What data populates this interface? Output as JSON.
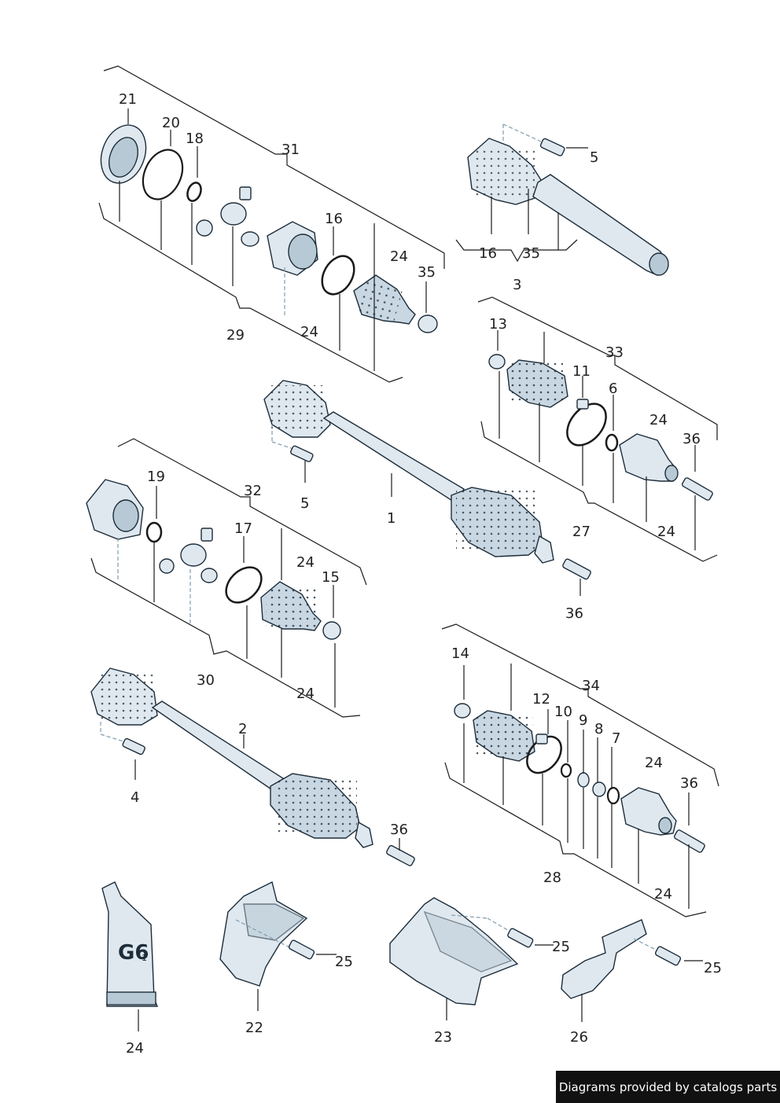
{
  "footer": {
    "text": "Diagrams provided by catalogs parts"
  },
  "tube_label": "G6",
  "tube_sub": "1",
  "callouts": {
    "c21": "21",
    "c20": "20",
    "c18": "18",
    "c31": "31",
    "c16a": "16",
    "c24a": "24",
    "c35a": "35",
    "c29": "29",
    "c24b": "24",
    "c5a": "5",
    "c16b": "16",
    "c35b": "35",
    "c3": "3",
    "c13": "13",
    "c33": "33",
    "c11": "11",
    "c6": "6",
    "c24c": "24",
    "c36a": "36",
    "c27": "27",
    "c24d": "24",
    "c5b": "5",
    "c1": "1",
    "c36b": "36",
    "c19": "19",
    "c32": "32",
    "c17": "17",
    "c24e": "24",
    "c15": "15",
    "c30": "30",
    "c24f": "24",
    "c2": "2",
    "c4": "4",
    "c36c": "36",
    "c14": "14",
    "c34": "34",
    "c12": "12",
    "c10": "10",
    "c9": "9",
    "c8": "8",
    "c7": "7",
    "c24g": "24",
    "c36d": "36",
    "c28": "28",
    "c24h": "24",
    "c24i": "24",
    "c22": "22",
    "c25a": "25",
    "c23": "23",
    "c25b": "25",
    "c26": "26",
    "c25c": "25"
  }
}
